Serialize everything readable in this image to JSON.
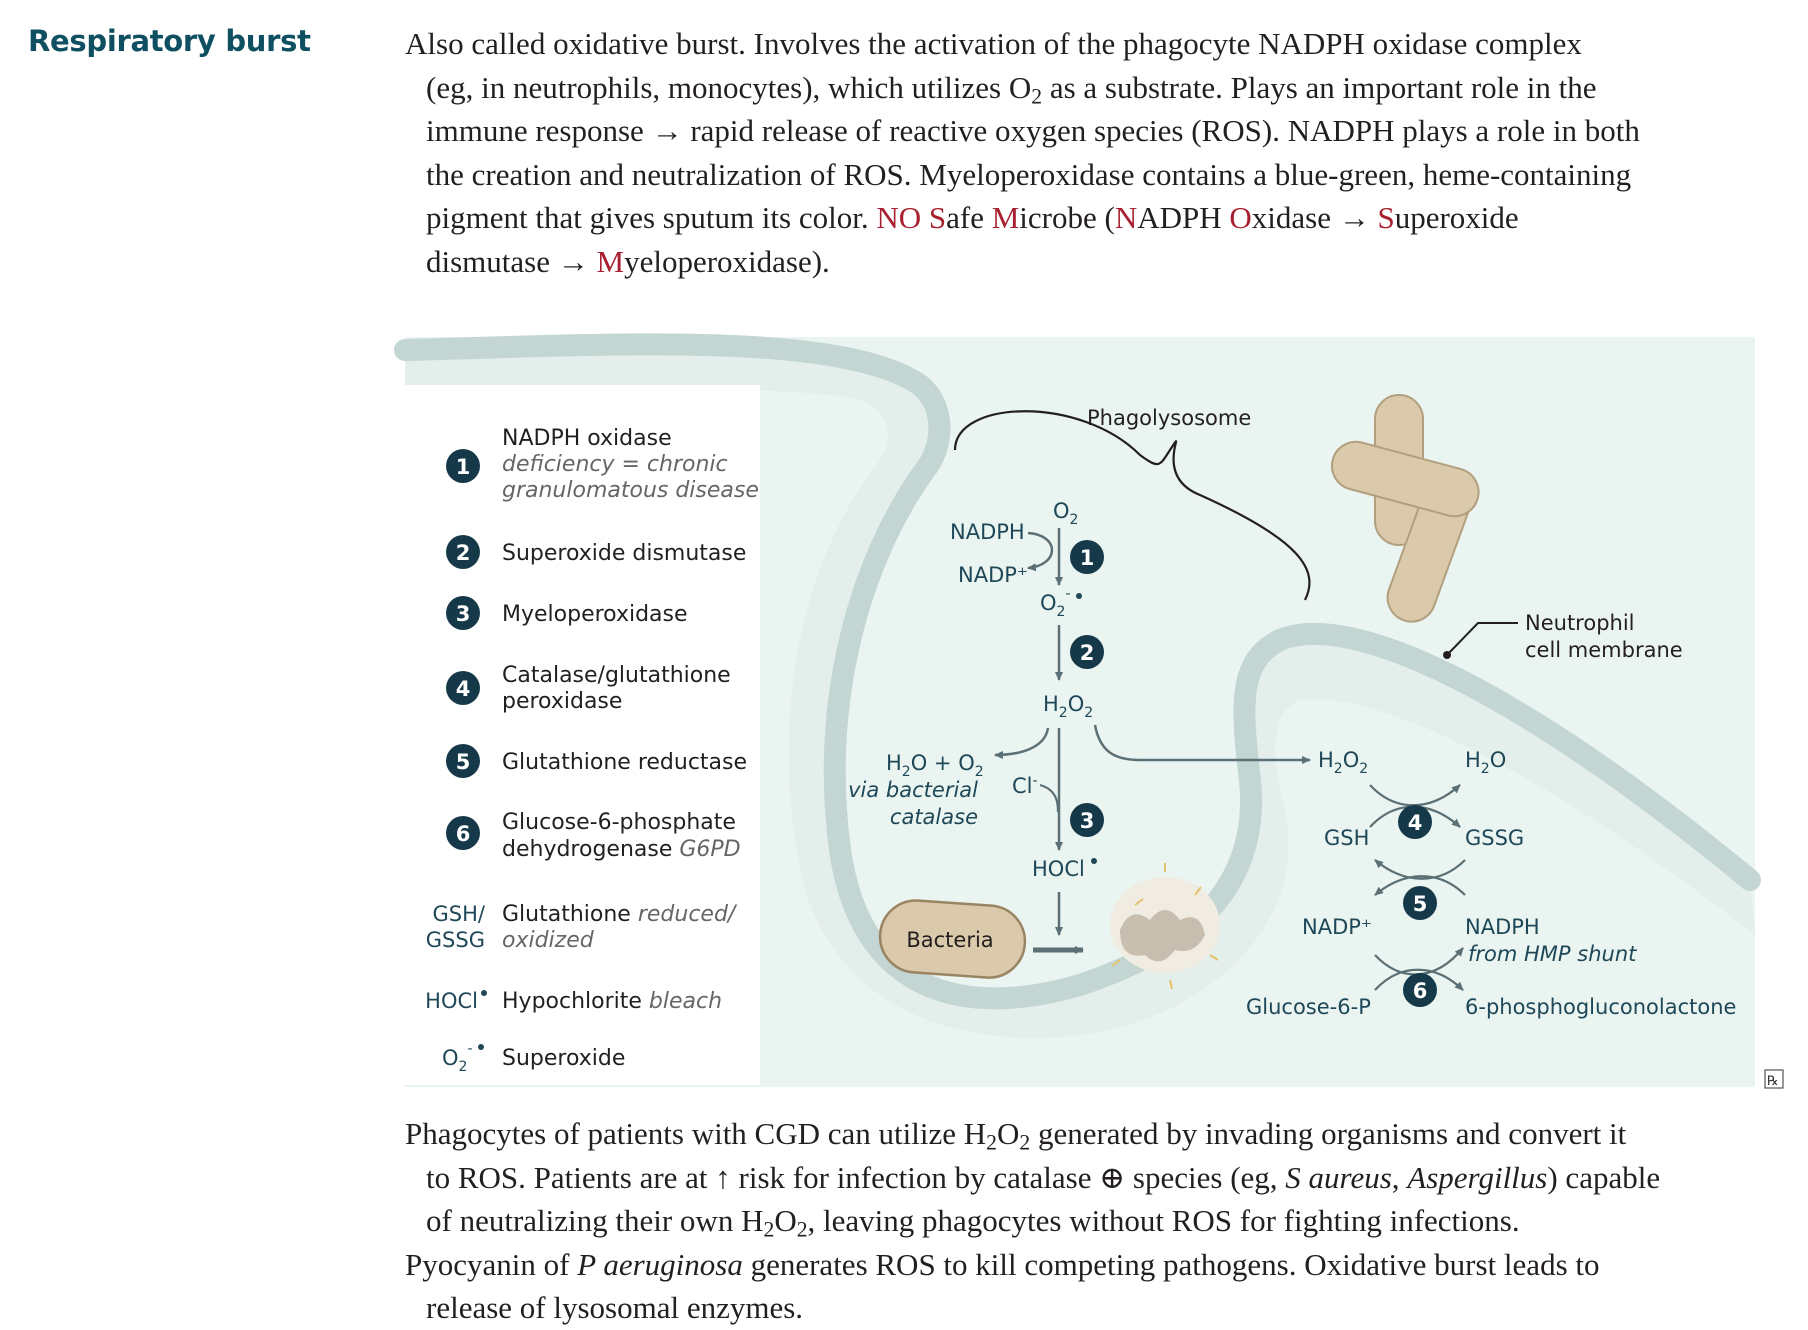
{
  "section_title": "Respiratory burst",
  "intro": {
    "l1": "Also called oxidative burst. Involves the activation of the phagocyte NADPH oxidase complex",
    "l2a": "(eg, in neutrophils, monocytes), which utilizes O",
    "l2sub": "2",
    "l2b": " as a substrate. Plays an important role in the",
    "l3": "immune response → rapid release of reactive oxygen species (ROS). NADPH plays a role in both",
    "l4": "the creation and neutralization of ROS. Myeloperoxidase contains a blue-green, heme-containing",
    "l5a": "pigment that gives sputum its color. ",
    "l5_NO": "NO",
    "l5_S": "S",
    "l5_afe": "afe ",
    "l5_M": "M",
    "l5_icrobe": "icrobe (",
    "l5_N": "N",
    "l5_ADPH": "ADPH ",
    "l5_O": "O",
    "l5_xidase": "xidase → ",
    "l5_S2": "S",
    "l5_uperoxide": "uperoxide",
    "l6a": "dismutase → ",
    "l6_M": "M",
    "l6b": "yeloperoxidase)."
  },
  "figure": {
    "phagolysosome_label": "Phagolysosome",
    "membrane_label_1": "Neutrophil",
    "membrane_label_2": "cell membrane",
    "bacteria_label": "Bacteria",
    "rx_icon": "prescription-icon",
    "legend": [
      {
        "num": "1",
        "text": "NADPH oxidase",
        "sub1": "deficiency = chronic",
        "sub2": "granulomatous disease"
      },
      {
        "num": "2",
        "text": "Superoxide dismutase"
      },
      {
        "num": "3",
        "text": "Myeloperoxidase"
      },
      {
        "num": "4",
        "text": "Catalase/glutathione",
        "text2": "peroxidase"
      },
      {
        "num": "5",
        "text": "Glutathione reductase"
      },
      {
        "num": "6",
        "text": "Glucose-6-phosphate",
        "text2": "dehydrogenase",
        "italic": "G6PD"
      }
    ],
    "legend_abbrev": [
      {
        "abbr": "GSH/",
        "abbr2": "GSSG",
        "text": "Glutathione",
        "italic": "reduced/",
        "italic2": "oxidized"
      },
      {
        "abbr": "HOCl",
        "text": "Hypochlorite",
        "italic": "bleach"
      },
      {
        "abbr": "O",
        "text": "Superoxide"
      }
    ],
    "pathway": {
      "o2": "O",
      "nadph": "NADPH",
      "nadp_plus": "NADP⁺",
      "superoxide": "O",
      "h2o2": "H",
      "h2o_o2": "H",
      "via_bacterial": "via bacterial",
      "catalase": "catalase",
      "cl": "Cl",
      "hocl": "HOCl"
    },
    "right_pathway": {
      "h2o2": "H",
      "h2o": "H",
      "gsh": "GSH",
      "gssg": "GSSG",
      "nadp_plus": "NADP⁺",
      "nadph": "NADPH",
      "from_hmp": "from HMP shunt",
      "glucose6p": "Glucose-6-P",
      "phosphoglucono": "6-phosphogluconolactone"
    },
    "step_numbers": [
      "1",
      "2",
      "3",
      "4",
      "5",
      "6"
    ]
  },
  "closing": {
    "l1a": "Phagocytes of patients with CGD can utilize H",
    "l1s1": "2",
    "l1m": "O",
    "l1s2": "2",
    "l1b": " generated by invading organisms and convert it",
    "l2a": "to ROS. Patients are at ↑ risk for infection by catalase ⊕ species (eg, ",
    "l2i1": "S aureus",
    "l2m": ", ",
    "l2i2": "Aspergillus",
    "l2b": ") capable",
    "l3a": "of neutralizing their own H",
    "l3s1": "2",
    "l3m": "O",
    "l3s2": "2",
    "l3b": ", leaving phagocytes without ROS for fighting infections.",
    "l4a": "Pyocyanin of ",
    "l4i": "P aeruginosa",
    "l4b": " generates ROS to kill competing pathogens. Oxidative burst leads to",
    "l5": "release of lysosomal enzymes."
  }
}
